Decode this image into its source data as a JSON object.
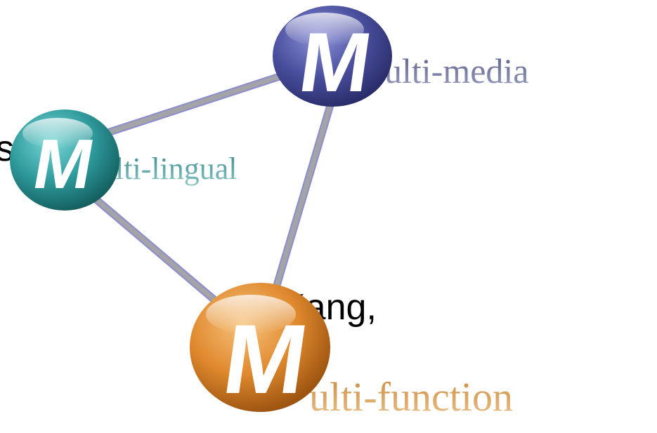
{
  "fragments": {
    "left_s": "s",
    "kang": "Kang,"
  },
  "nodes": {
    "media": {
      "letter": "M",
      "word": "ulti-media",
      "color": "#4a4f9e"
    },
    "lingual": {
      "letter": "M",
      "word": "ulti-lingual",
      "color": "#2f9a9c"
    },
    "function": {
      "letter": "M",
      "word": "ulti-function",
      "color": "#e0892e"
    }
  },
  "colors": {
    "connector": "#9a9aa8",
    "connector_edge": "#8c8ccf",
    "background": "#ffffff"
  }
}
